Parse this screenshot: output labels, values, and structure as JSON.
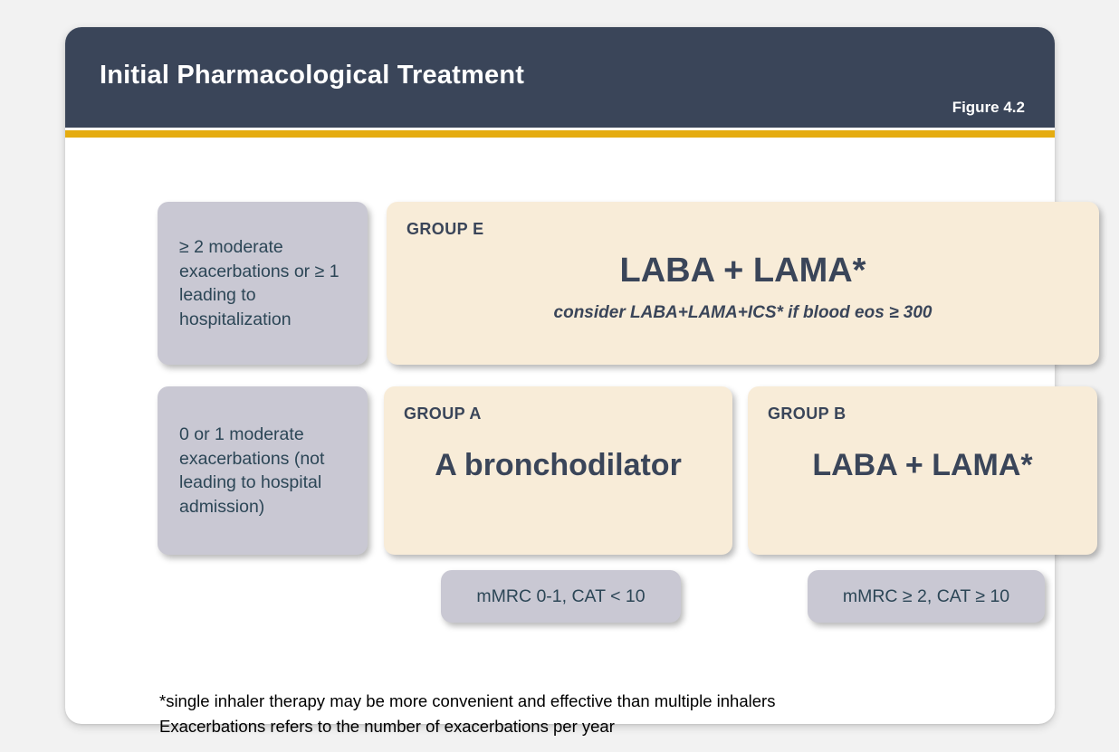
{
  "header": {
    "title": "Initial Pharmacological Treatment",
    "figure_label": "Figure 4.2",
    "bar_color": "#3a4559",
    "accent_color": "#e5ac10"
  },
  "criteria": [
    {
      "id": "high-exacerbation-risk",
      "text": "≥ 2 moderate exacerbations or ≥ 1 leading to hospitalization"
    },
    {
      "id": "low-exacerbation-risk",
      "text": "0 or 1 moderate exacerbations (not leading to hospital admission)"
    }
  ],
  "groups": [
    {
      "id": "group-e",
      "label": "GROUP E",
      "treatment": "LABA + LAMA*",
      "note": "consider LABA+LAMA+ICS* if blood eos ≥ 300"
    },
    {
      "id": "group-a",
      "label": "GROUP A",
      "treatment": "A bronchodilator",
      "note": ""
    },
    {
      "id": "group-b",
      "label": "GROUP B",
      "treatment": "LABA + LAMA*",
      "note": ""
    }
  ],
  "symptom_tags": [
    {
      "id": "tag-group-a",
      "text": "mMRC 0-1, CAT < 10"
    },
    {
      "id": "tag-group-b",
      "text": "mMRC ≥ 2, CAT ≥ 10"
    }
  ],
  "footnotes": [
    "*single inhaler therapy may be more convenient and effective than multiple inhalers",
    "Exacerbations refers to the number of exacerbations per year"
  ],
  "colors": {
    "card_background": "#ffffff",
    "page_background": "#f2f2f2",
    "criteria_box": "#c9c8d3",
    "treatment_box": "#f8ecd8",
    "criteria_text": "#2c4656",
    "treatment_text": "#3a4559"
  }
}
